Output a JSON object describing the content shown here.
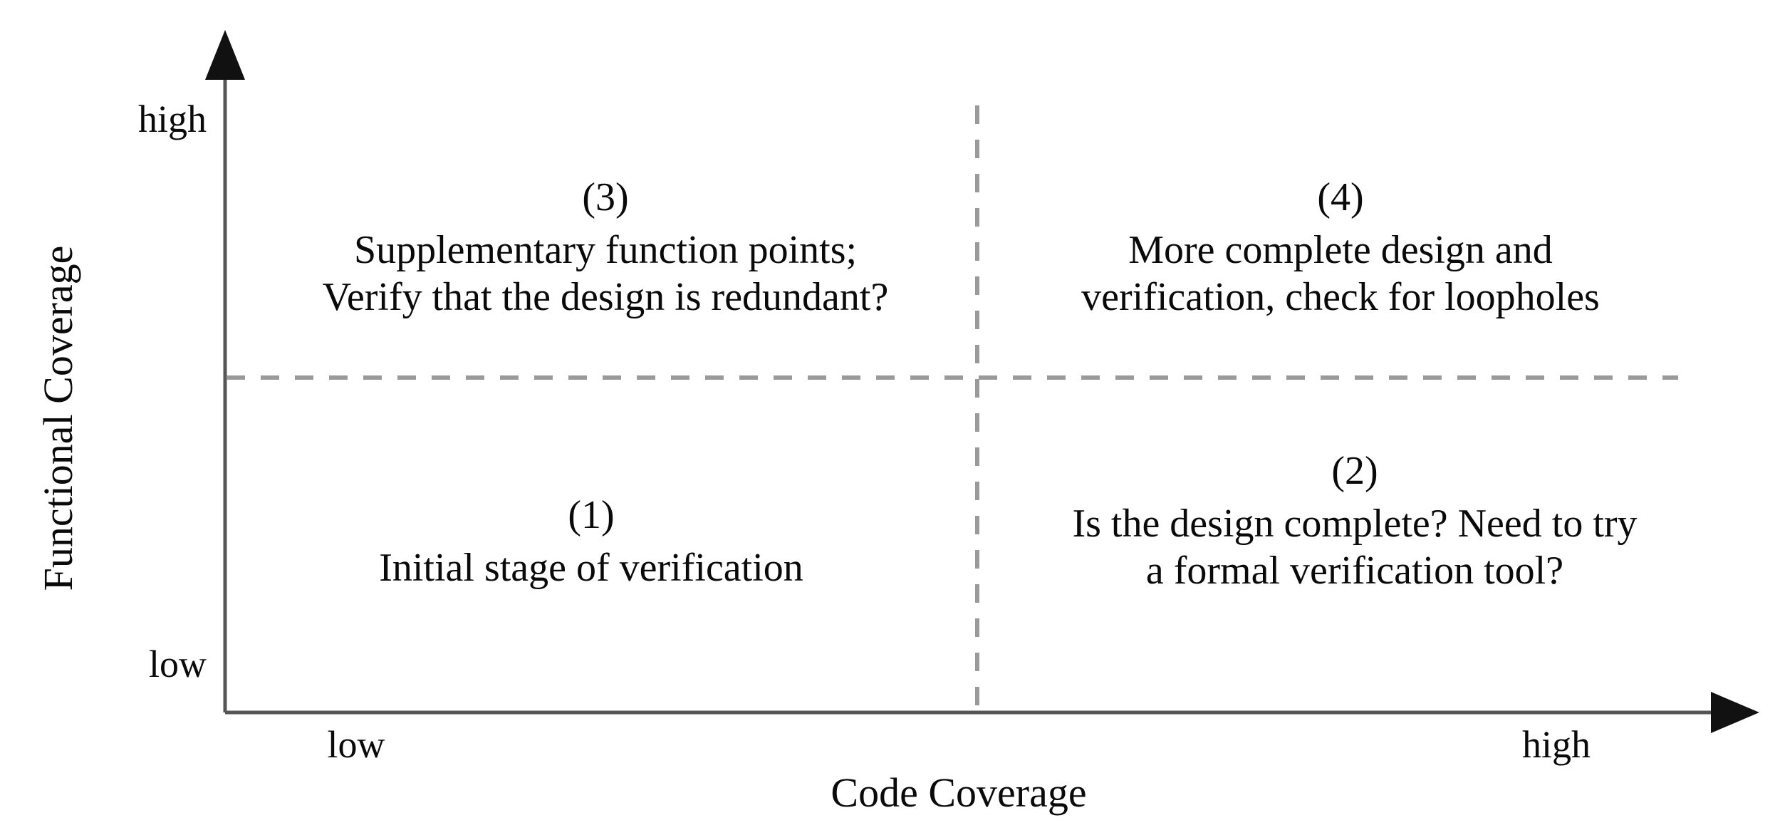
{
  "chart_data": {
    "type": "scatter",
    "title": "",
    "xlabel": "Code Coverage",
    "ylabel": "Functional Coverage",
    "x_ticks": [
      "low",
      "high"
    ],
    "y_ticks": [
      "low",
      "high"
    ],
    "grid": false,
    "legend": null,
    "quadrants": [
      {
        "id": "1",
        "number": "(1)",
        "x_level": "low",
        "y_level": "low",
        "lines": [
          "Initial stage of verification"
        ]
      },
      {
        "id": "2",
        "number": "(2)",
        "x_level": "high",
        "y_level": "low",
        "lines": [
          "Is the design complete? Need to try",
          "a formal verification tool?"
        ]
      },
      {
        "id": "3",
        "number": "(3)",
        "x_level": "low",
        "y_level": "high",
        "lines": [
          "Supplementary function points;",
          "Verify that the design is redundant?"
        ]
      },
      {
        "id": "4",
        "number": "(4)",
        "x_level": "high",
        "y_level": "high",
        "lines": [
          "More complete design and",
          "verification, check for loopholes"
        ]
      }
    ]
  },
  "axes": {
    "y_axis_high_label": "high",
    "y_axis_low_label": "low",
    "x_axis_low_label": "low",
    "x_axis_high_label": "high",
    "x_axis_title": "Code Coverage",
    "y_axis_title": "Functional Coverage"
  },
  "quadrant_1": {
    "number": "(1)",
    "line_1": "Initial stage of verification"
  },
  "quadrant_2": {
    "number": "(2)",
    "line_1": "Is the design complete? Need to try",
    "line_2": "a formal verification tool?"
  },
  "quadrant_3": {
    "number": "(3)",
    "line_1": "Supplementary function points;",
    "line_2": "Verify that the design is redundant?"
  },
  "quadrant_4": {
    "number": "(4)",
    "line_1": "More complete design and",
    "line_2": "verification, check for loopholes"
  },
  "colors": {
    "axis": "#555555",
    "divider": "#9a9a9a",
    "text": "#0a0a0a",
    "background": "#ffffff"
  }
}
